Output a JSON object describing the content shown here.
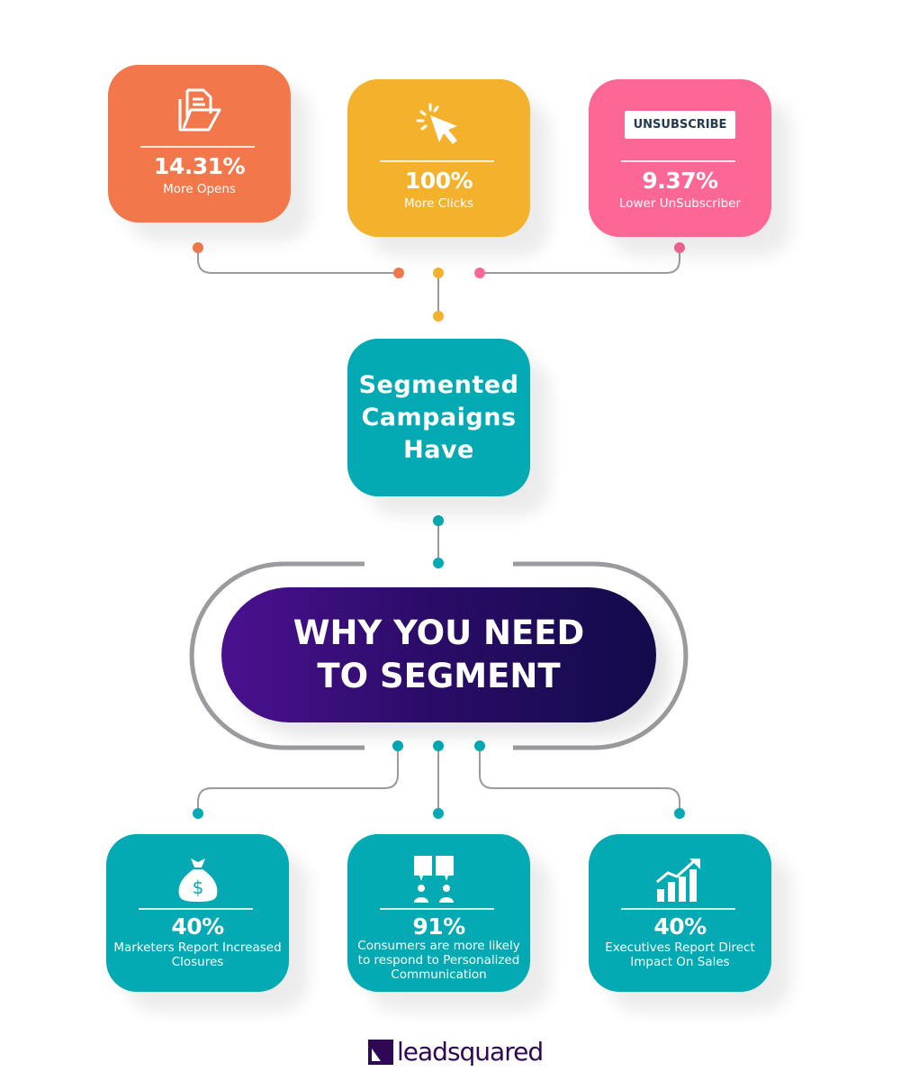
{
  "top_cards": [
    {
      "icon": "folder-document-icon",
      "value": "14.31%",
      "label": "More Opens",
      "color": "#f2784b"
    },
    {
      "icon": "cursor-click-icon",
      "value": "100%",
      "label": "More Clicks",
      "color": "#f3b12c"
    },
    {
      "icon": "unsubscribe-button-icon",
      "icon_text": "UNSUBSCRIBE",
      "value": "9.37%",
      "label": "Lower UnSubscriber",
      "color": "#fd6796"
    }
  ],
  "middle_card": {
    "text": "Segmented Campaigns Have",
    "color": "#03aab3"
  },
  "title": {
    "line1": "WHY YOU NEED",
    "line2": "TO SEGMENT"
  },
  "bottom_cards": [
    {
      "icon": "money-bag-icon",
      "value": "40%",
      "label": "Marketers Report Increased Closures"
    },
    {
      "icon": "conversation-people-icon",
      "value": "91%",
      "label": "Consumers are more likely to respond to Personalized Communication"
    },
    {
      "icon": "growth-chart-icon",
      "value": "40%",
      "label": "Executives Report Direct Impact On Sales"
    }
  ],
  "logo": {
    "text": "leadsquared",
    "color": "#2e0854"
  }
}
